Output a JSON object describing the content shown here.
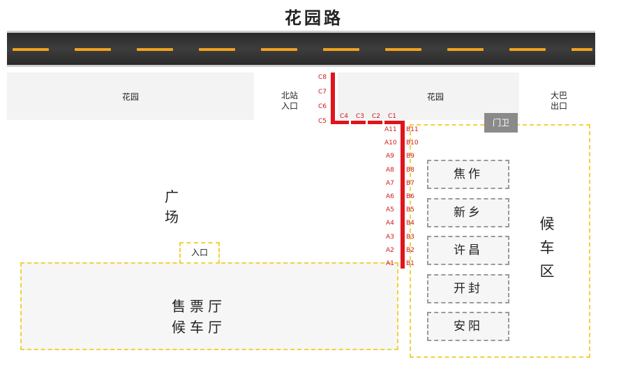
{
  "road_name": "花园路",
  "garden_left": "花园",
  "garden_right": "花园",
  "north_entrance": [
    "北站",
    "入口"
  ],
  "bus_exit": [
    "大巴",
    "出口"
  ],
  "gatekeeper": "门卫",
  "plaza": "广 场",
  "hall_entrance": "入口",
  "hall": [
    "售票厅",
    "候车厅"
  ],
  "waiting_area": [
    "候",
    "车",
    "区"
  ],
  "destinations": [
    "焦作",
    "新乡",
    "许昌",
    "开封",
    "安阳"
  ],
  "bays_c_vertical": [
    "C8",
    "C7",
    "C6",
    "C5"
  ],
  "bays_c_horizontal": [
    "C4",
    "C3",
    "C2",
    "C1"
  ],
  "bays_a": [
    "A11",
    "A10",
    "A9",
    "A8",
    "A7",
    "A6",
    "A5",
    "A4",
    "A3",
    "A2",
    "A1"
  ],
  "bays_b": [
    "B11",
    "B10",
    "B9",
    "B8",
    "B7",
    "B6",
    "B5",
    "B4",
    "B3",
    "B2",
    "B1"
  ],
  "colors": {
    "bay_red": "#e0141a",
    "zone_yellow": "#f0d23c",
    "road_line": "#f0a320"
  }
}
